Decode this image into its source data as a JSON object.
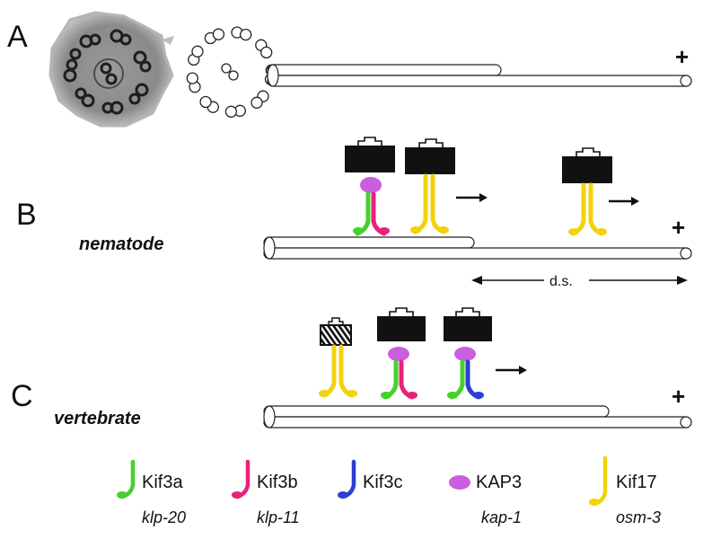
{
  "panels": {
    "a": "A",
    "b": "B",
    "c": "C"
  },
  "organisms": {
    "nematode": "nematode",
    "vertebrate": "vertebrate"
  },
  "plus_end": "+",
  "ds_label": "d.s.",
  "legend": [
    {
      "name": "Kif3a",
      "gene": "klp-20",
      "color": "#45d12c",
      "icon": "green-motor-leg"
    },
    {
      "name": "Kif3b",
      "gene": "klp-11",
      "color": "#e8227a",
      "icon": "pink-motor-leg"
    },
    {
      "name": "Kif3c",
      "gene": "",
      "color": "#2b3fd6",
      "icon": "blue-motor-leg"
    },
    {
      "name": "KAP3",
      "gene": "kap-1",
      "color": "#c95ee0",
      "icon": "purple-ellipse"
    },
    {
      "name": "Kif17",
      "gene": "osm-3",
      "color": "#f2d20c",
      "icon": "yellow-motor-leg"
    }
  ],
  "colors": {
    "cargo": "#111111",
    "kif3a": "#45d12c",
    "kif3b": "#e8227a",
    "kif3c": "#2b3fd6",
    "kap3": "#c95ee0",
    "kif17": "#f2d20c"
  }
}
